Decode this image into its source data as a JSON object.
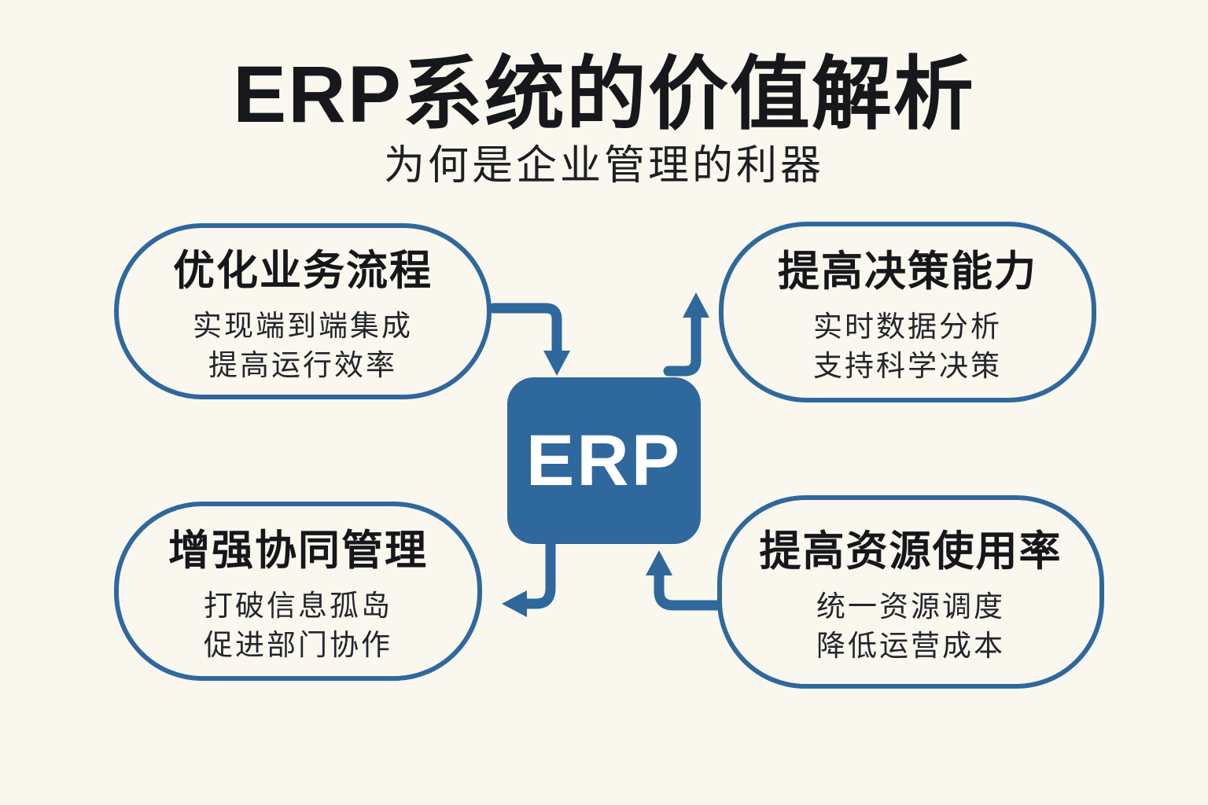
{
  "title": "ERP系统的价值解析",
  "subtitle": "为何是企业管理的利器",
  "center": {
    "label": "ERP"
  },
  "colors": {
    "accent_blue": "#2e689d",
    "background": "#faf7ee",
    "heading_text": "#15171b",
    "body_text": "#23262b",
    "center_label_text": "#ffffff"
  },
  "boxes": [
    {
      "position": "top-left",
      "heading": "优化业务流程",
      "lines": [
        "实现端到端集成",
        "提高运行效率"
      ]
    },
    {
      "position": "top-right",
      "heading": "提高决策能力",
      "lines": [
        "实时数据分析",
        "支持科学决策"
      ]
    },
    {
      "position": "bottom-left",
      "heading": "增强协同管理",
      "lines": [
        "打破信息孤岛",
        "促进部门协作"
      ]
    },
    {
      "position": "bottom-right",
      "heading": "提高资源使用率",
      "lines": [
        "统一资源调度",
        "降低运营成本"
      ]
    }
  ]
}
